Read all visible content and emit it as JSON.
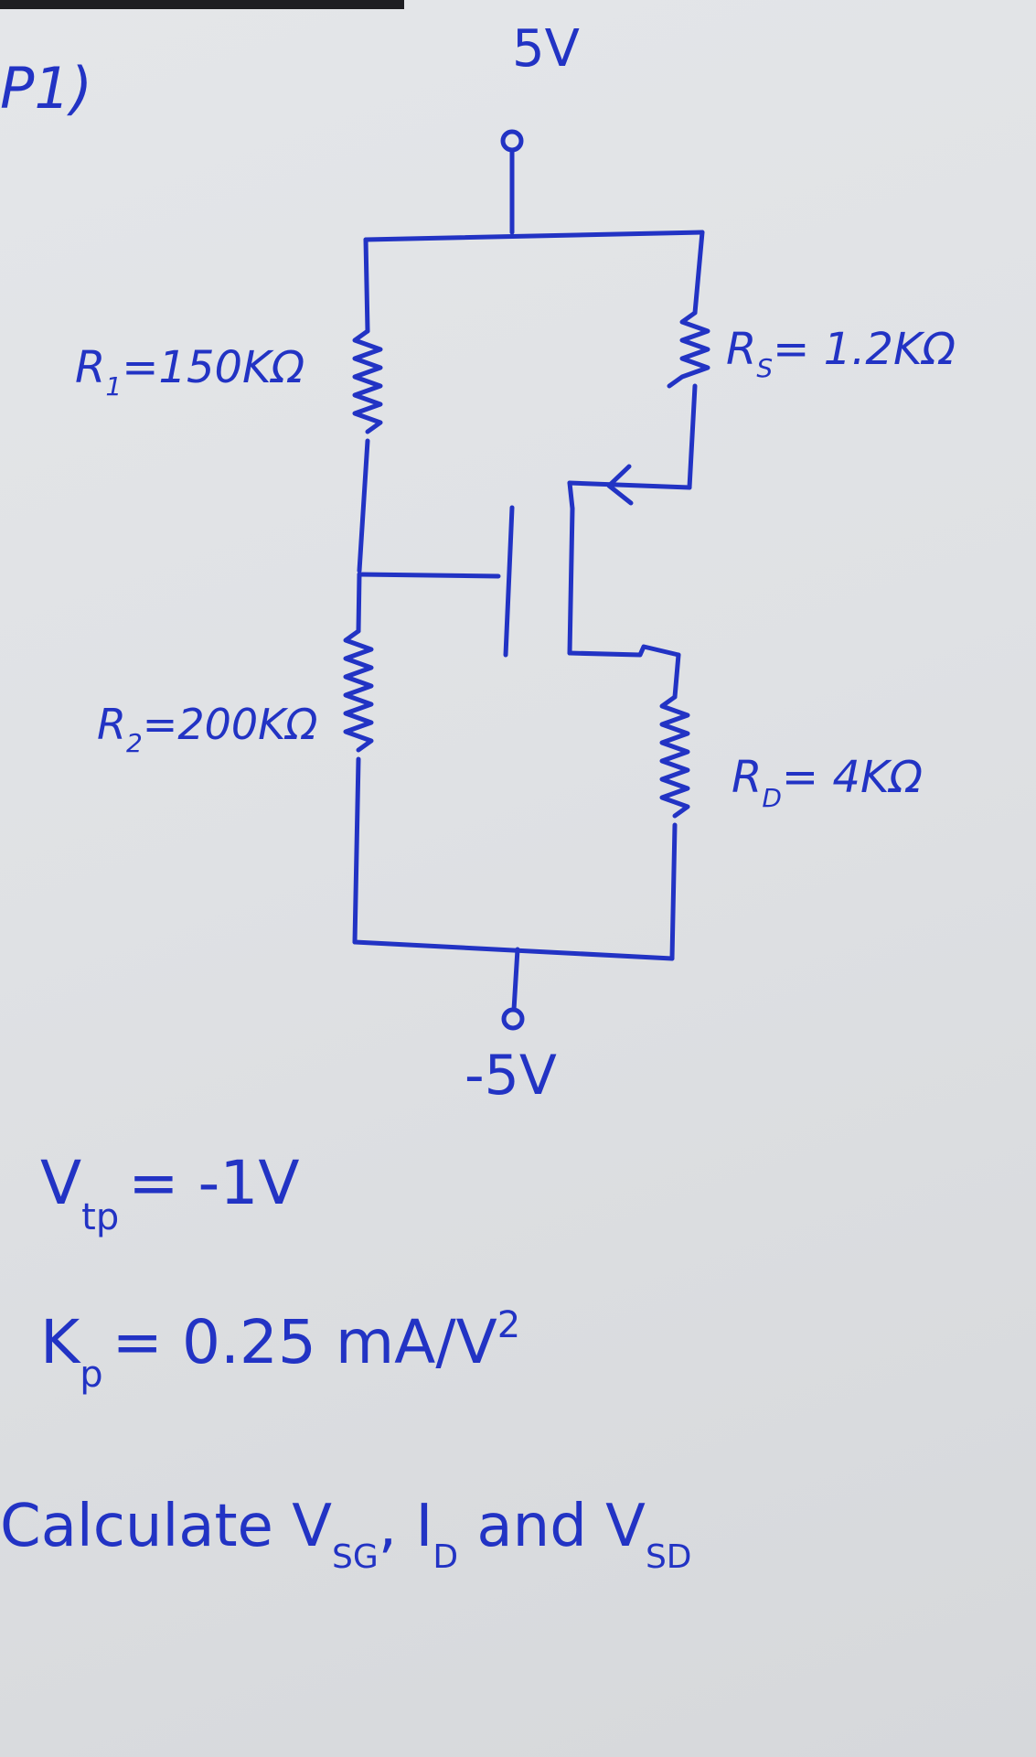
{
  "problem_label": "P1)",
  "supply": {
    "top_voltage": "5V",
    "bottom_voltage": "-5V"
  },
  "resistors": {
    "r1": {
      "name": "R",
      "sub": "1",
      "value": "=150KΩ"
    },
    "r2": {
      "name": "R",
      "sub": "2",
      "value": "=200KΩ"
    },
    "rs": {
      "name": "R",
      "sub": "S",
      "value": "= 1.2KΩ"
    },
    "rd": {
      "name": "R",
      "sub": "D",
      "value": "= 4KΩ"
    }
  },
  "parameters": {
    "vtp": {
      "symbol": "V",
      "sub": "tp",
      "value": "= -1V"
    },
    "kp": {
      "symbol": "K",
      "sub": "p",
      "value": "= 0.25 mA/V",
      "exp": "2"
    }
  },
  "task": {
    "prefix": "Calculate V",
    "sub1": "SG",
    "mid1": ", I",
    "sub2": "D",
    "mid2": " and V",
    "sub3": "SD"
  },
  "ink_color": "#2233c4"
}
